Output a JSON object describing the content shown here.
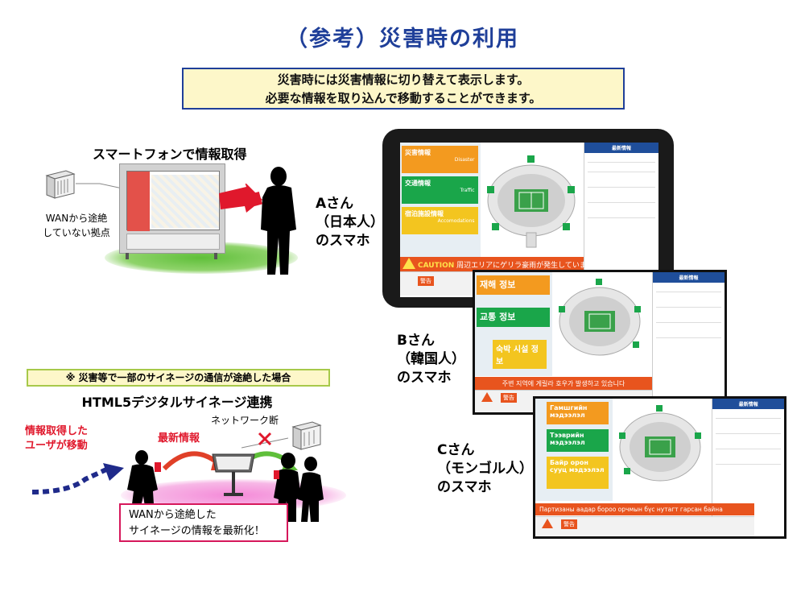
{
  "title": "（参考）災害時の利用",
  "intro": {
    "line1": "災害時には災害情報に切り替えて表示します。",
    "line2": "必要な情報を取り込んで移動することができます。"
  },
  "smartphone_caption": "スマートフォンで情報取得",
  "wan_note": {
    "line1": "WANから途絶",
    "line2": "していない拠点"
  },
  "person_a": {
    "line1": "Aさん",
    "line2": "（日本人）",
    "line3": "のスマホ"
  },
  "person_b": {
    "line1": "Bさん",
    "line2": "（韓国人）",
    "line3": "のスマホ"
  },
  "person_c": {
    "line1": "Cさん",
    "line2": "（モンゴル人）",
    "line3": "のスマホ"
  },
  "screen_a": {
    "menu": [
      {
        "label": "災害情報",
        "sub": "Disaster"
      },
      {
        "label": "交通情報",
        "sub": "Traffic"
      },
      {
        "label": "宿泊施設情報",
        "sub": "Accomodations"
      }
    ],
    "news_header": "最新情報",
    "caution": "CAUTION",
    "alert": "周辺エリアにゲリラ豪雨が発生しています",
    "warn_tag": "警告"
  },
  "screen_b": {
    "menu": [
      "재해 정보",
      "교통 정보",
      "숙박 시설 정보"
    ],
    "news_header": "最新情報",
    "alert": "주변 지역에 게릴라 호우가 발생하고 있습니다",
    "warn_tag": "警告"
  },
  "screen_c": {
    "menu": [
      "Гамшгийн мэдээлэл",
      "Тээврийн мэдээлэл",
      "Байр орон сууц мэдээлэл"
    ],
    "news_header": "最新情報",
    "alert": "Партизаны аадар бороо орчмын бүс нутагт гарсан байна",
    "warn_tag": "警告"
  },
  "note_banner": "※ 災害等で一部のサイネージの通信が途絶した場合",
  "html5_title": "HTML5デジタルサイネージ連携",
  "network_cut": "ネットワーク断",
  "user_move": {
    "line1": "情報取得した",
    "line2": "ユーザが移動"
  },
  "latest_info": "最新情報",
  "pink_box": {
    "line1": "WANから途絶した",
    "line2": "サイネージの情報を最新化！"
  },
  "colors": {
    "title_blue": "#1f3f99",
    "alert_orange": "#e8541e",
    "menu_orange": "#f39a1f",
    "menu_green": "#1aa64a",
    "accent_red": "#e0182c",
    "pink": "#d6185b"
  }
}
